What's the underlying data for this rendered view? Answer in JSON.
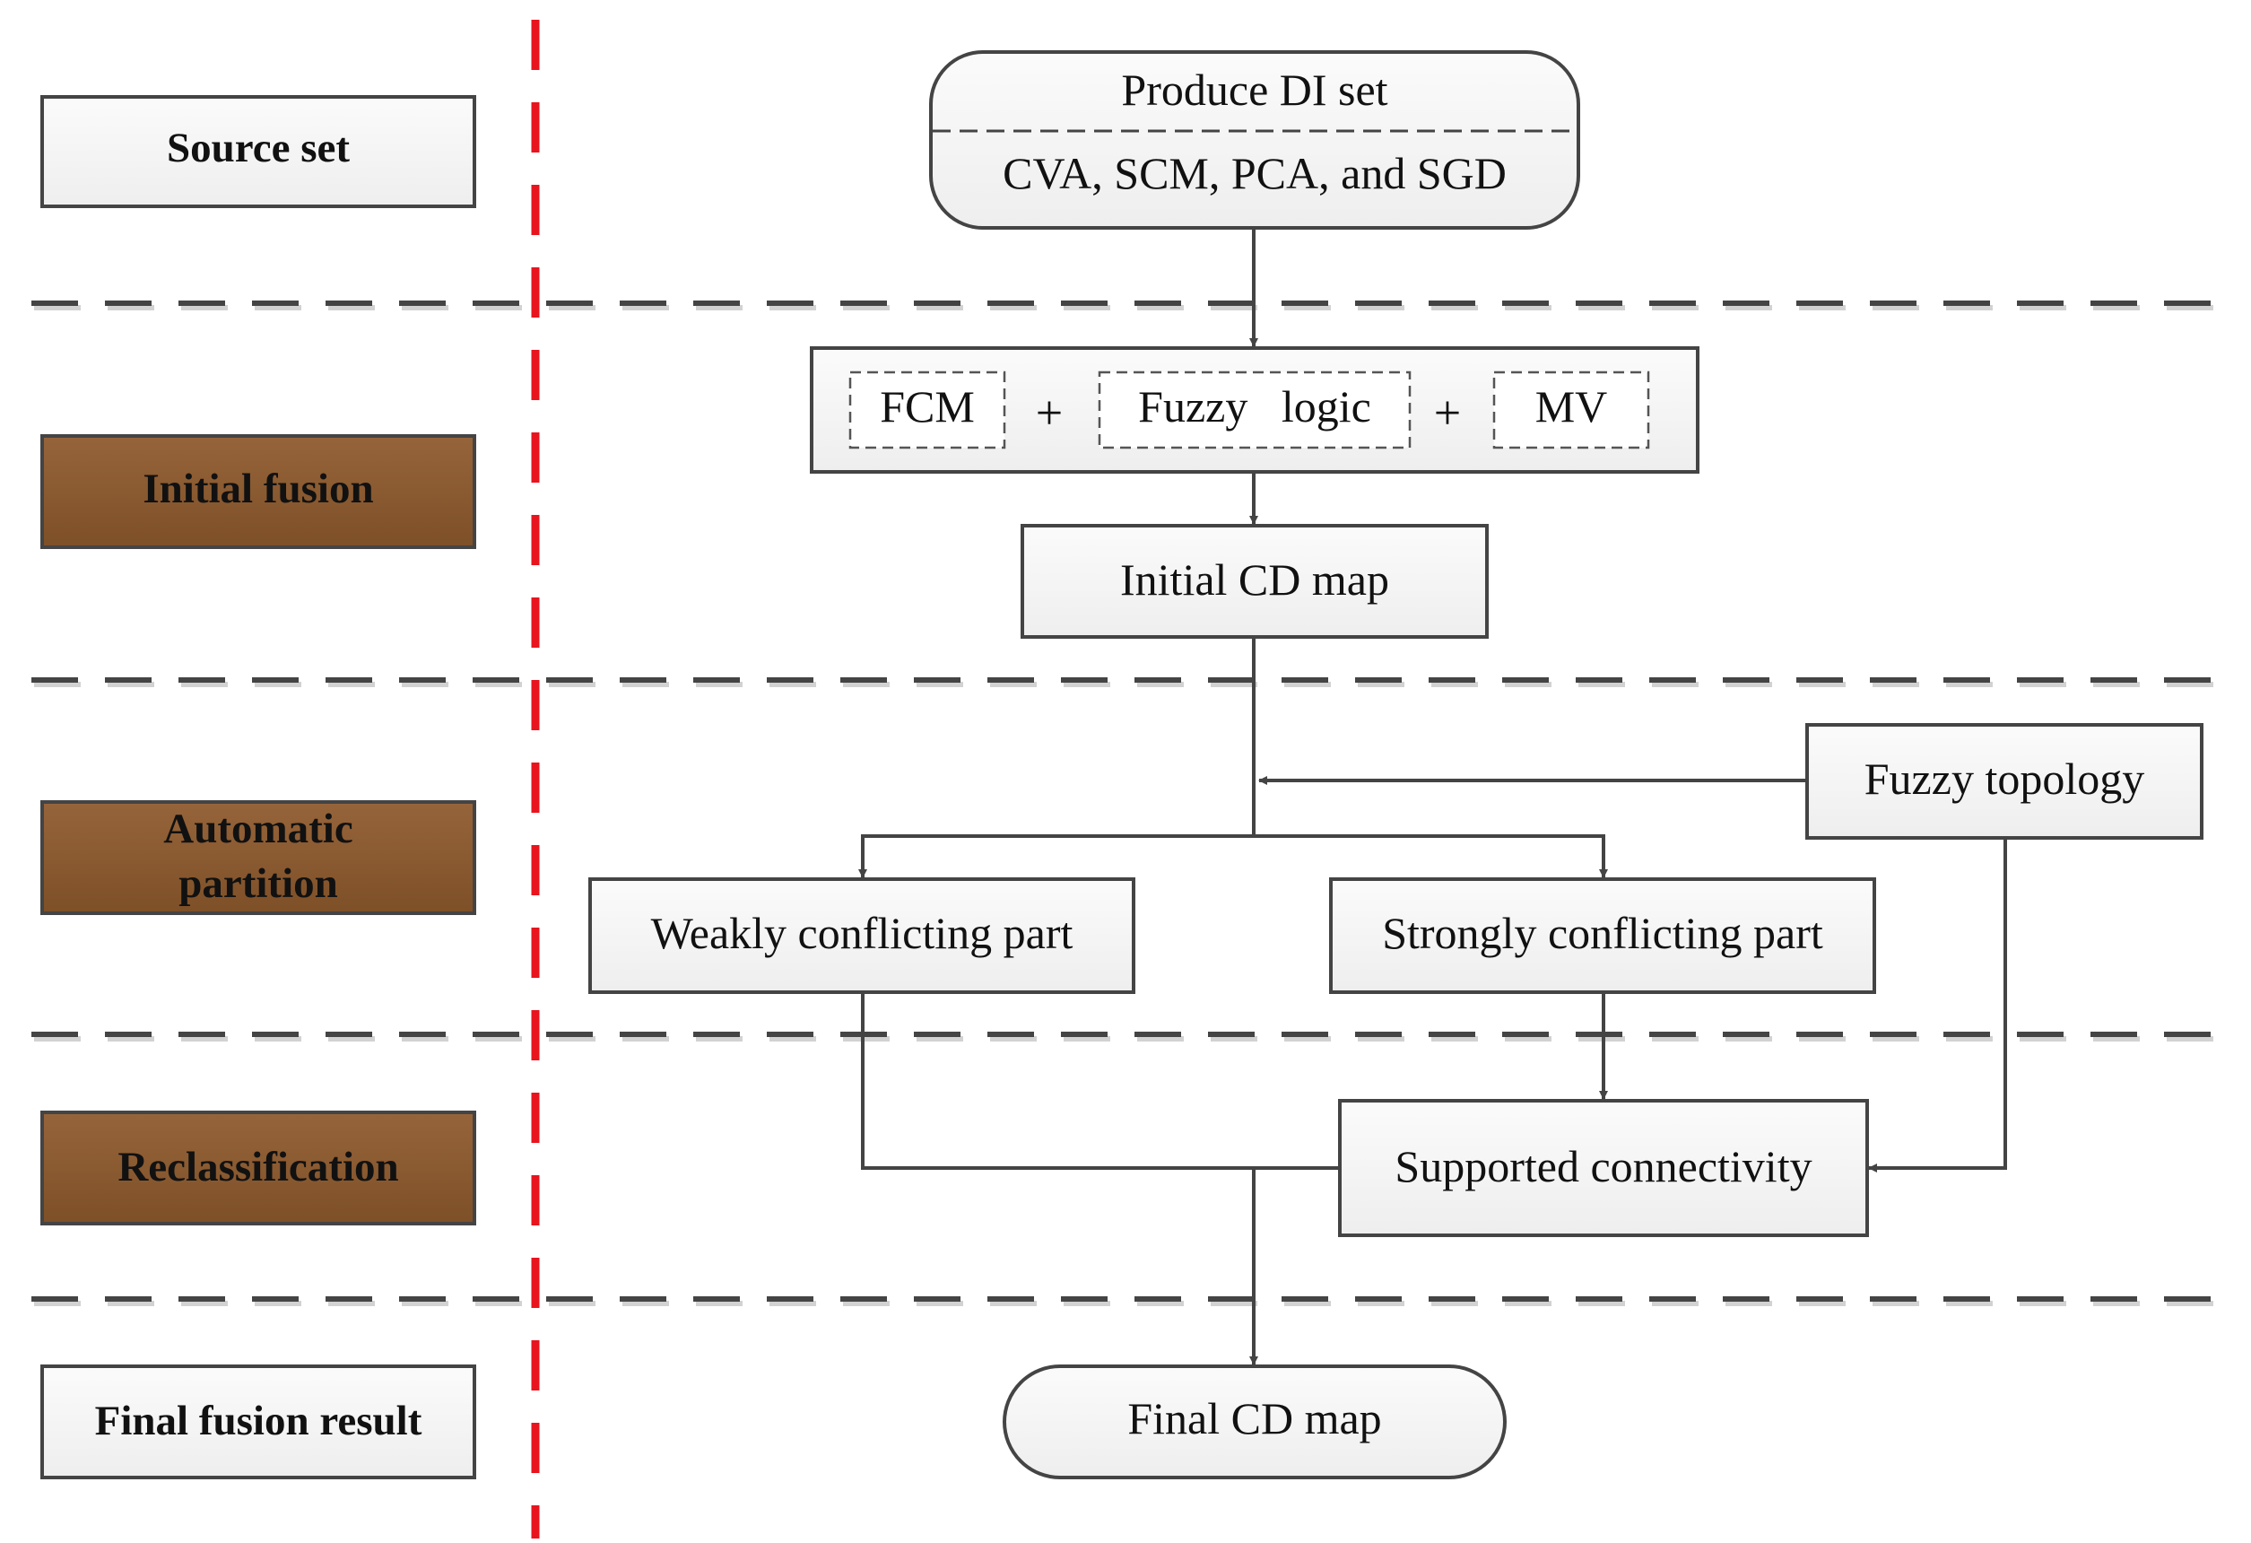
{
  "stages": [
    {
      "id": "source",
      "label": "Source set",
      "color": "#f4f4f4"
    },
    {
      "id": "initial",
      "label": "Initial fusion",
      "color": "#8b5a30"
    },
    {
      "id": "partition",
      "label_lines": [
        "Automatic",
        "partition"
      ],
      "color": "#8b5a30"
    },
    {
      "id": "reclass",
      "label": "Reclassification",
      "color": "#8b5a30"
    },
    {
      "id": "final",
      "label": "Final fusion result",
      "color": "#f4f4f4"
    }
  ],
  "nodes": {
    "produce_di": {
      "title": "Produce DI set",
      "subtitle": "CVA, SCM, PCA, and SGD"
    },
    "fusion_methods": {
      "items": [
        "FCM",
        "Fuzzy   logic",
        "MV"
      ],
      "operator": "+"
    },
    "initial_cd_map": "Initial CD map",
    "fuzzy_topology": "Fuzzy topology",
    "weakly_conflicting": "Weakly conflicting part",
    "strongly_conflicting": "Strongly conflicting part",
    "supported_connectivity": "Supported connectivity",
    "final_cd_map": "Final CD map"
  },
  "colors": {
    "separator_red": "#e8141e",
    "separator_dash": "#444444",
    "connector": "#444444",
    "node_fill": "#f4f4f4",
    "stage_brown": "#8b5a30"
  }
}
